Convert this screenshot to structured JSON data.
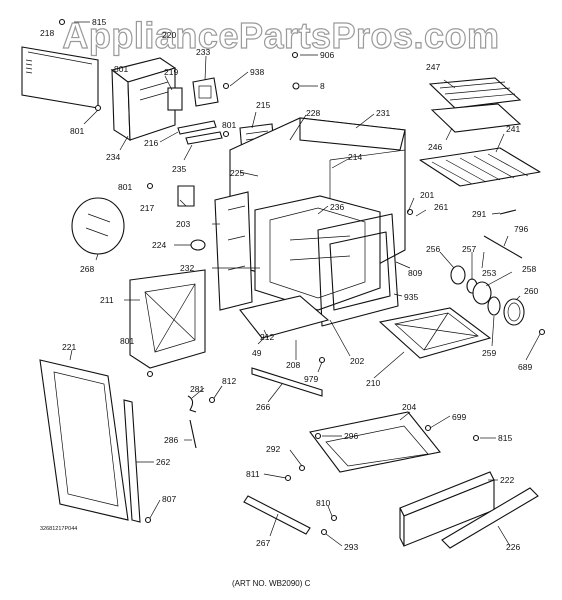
{
  "watermark": "AppliancePartsPros.com",
  "art_number": "(ART NO. WB2090) C",
  "print_code": "32681217P044",
  "callouts": {
    "c815a": "815",
    "c906": "906",
    "c8": "8",
    "c247": "247",
    "c233": "233",
    "c938": "938",
    "c219": "219",
    "c801a": "801",
    "c801b": "801",
    "c801c": "801",
    "c801d": "801",
    "c801e": "801",
    "c234": "234",
    "c216": "216",
    "c235": "235",
    "c215": "215",
    "c228": "228",
    "c231": "231",
    "c214": "214",
    "c225": "225",
    "c246": "246",
    "c241": "241",
    "c217": "217",
    "c203": "203",
    "c236": "236",
    "c201": "201",
    "c261": "261",
    "c291": "291",
    "c796": "796",
    "c224": "224",
    "c268": "268",
    "c232": "232",
    "c256": "256",
    "c257": "257",
    "c809": "809",
    "c253": "253",
    "c258": "258",
    "c260": "260",
    "c211": "211",
    "c935": "935",
    "c212": "212",
    "c49": "49",
    "c208": "208",
    "c202": "202",
    "c259": "259",
    "c689": "689",
    "c221": "221",
    "c979": "979",
    "c210": "210",
    "c281": "281",
    "c812": "812",
    "c266": "266",
    "c204": "204",
    "c699": "699",
    "c286": "286",
    "c296": "296",
    "c815b": "815",
    "c262": "262",
    "c292": "292",
    "c811": "811",
    "c222": "222",
    "c807": "807",
    "c810": "810",
    "c267": "267",
    "c293": "293",
    "c226": "226",
    "c220": "220",
    "c218": "218"
  }
}
